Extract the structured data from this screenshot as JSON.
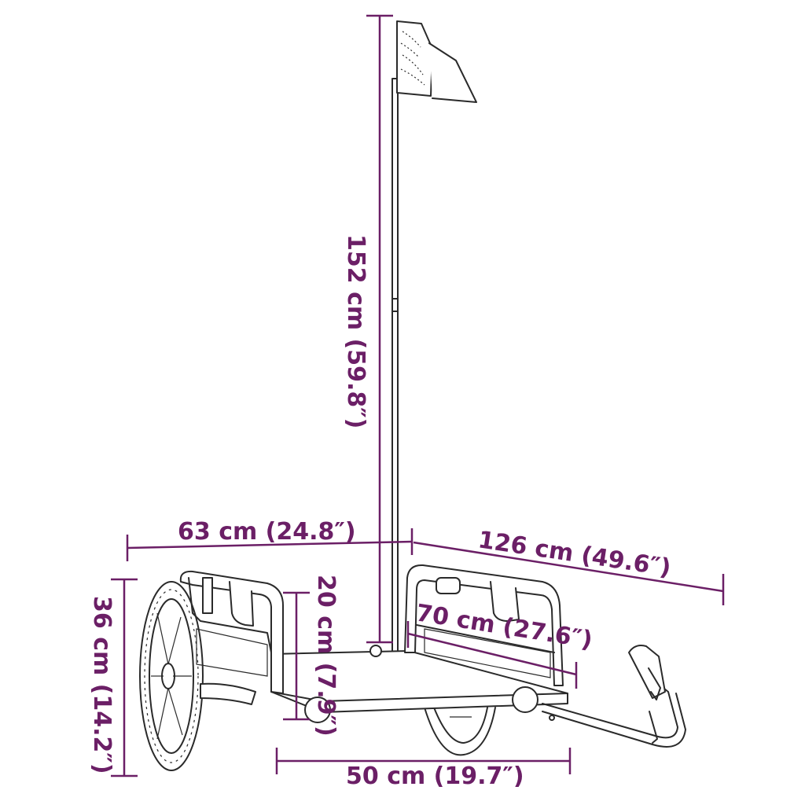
{
  "product": "bike-cargo-trailer",
  "accent_color": "#6b1f66",
  "line_color": "#2a2a2a",
  "dimensions": {
    "flag_pole_height": "152 cm (59.8″)",
    "top_width": "63 cm (24.8″)",
    "total_length": "126 cm (49.6″)",
    "total_height": "36 cm (14.2″)",
    "side_height": "20 cm (7.9″)",
    "bed_length": "70 cm (27.6″)",
    "bed_width": "50 cm (19.7″)"
  }
}
